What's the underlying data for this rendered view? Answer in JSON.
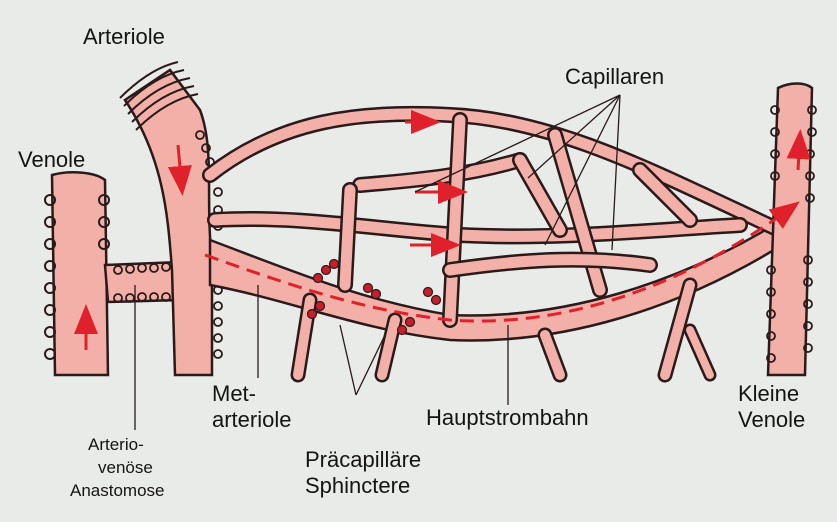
{
  "labels": {
    "arteriole": "Arteriole",
    "venole": "Venole",
    "capillaren": "Capillaren",
    "metarteriole_1": "Met-",
    "metarteriole_2": "arteriole",
    "hauptstrombahn": "Hauptstrombahn",
    "kleine_venole_1": "Kleine",
    "kleine_venole_2": "Venole",
    "anastomose_1": "Arterio-",
    "anastomose_2": "venöse",
    "anastomose_3": "Anastomose",
    "sphincter_1": "Präcapilläre",
    "sphincter_2": "Sphinctere"
  },
  "colors": {
    "background": "#e9ebe8",
    "vessel_fill": "#f2b0a8",
    "vessel_outline": "#2a1a1a",
    "flow_arrow": "#e0202a",
    "sphincter": "#c81e2a",
    "text": "#141414"
  }
}
